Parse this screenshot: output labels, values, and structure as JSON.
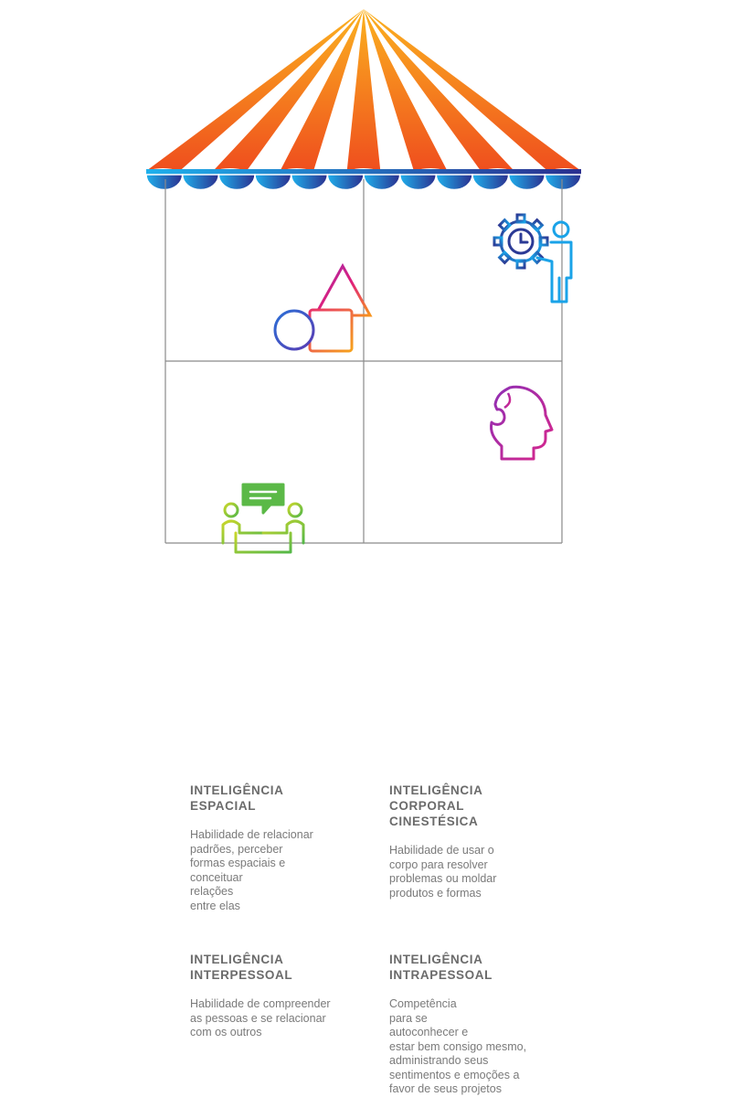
{
  "colors": {
    "tent_orange_dark": "#ef4e1e",
    "tent_orange_light": "#f99a1e",
    "border_blue_light": "#1aa3e8",
    "border_blue_dark": "#2b3a95",
    "grid_line": "#8a8a8a",
    "title_text": "#6b6b6b",
    "body_text": "#7a7a7a"
  },
  "cards": [
    {
      "title": [
        "INTELIGÊNCIA",
        "ESPACIAL"
      ],
      "description": [
        "Habilidade de relacionar",
        "padrões, perceber",
        "formas espaciais e",
        "conceituar",
        "relações",
        "entre elas"
      ],
      "icon": "shapes-icon"
    },
    {
      "title": [
        "INTELIGÊNCIA",
        "CORPORAL",
        "CINESTÉSICA"
      ],
      "description": [
        "Habilidade de usar o",
        "corpo para resolver",
        "problemas ou moldar",
        "produtos e formas"
      ],
      "icon": "gear-clock-person-icon"
    },
    {
      "title": [
        "INTELIGÊNCIA",
        "INTERPESSOAL"
      ],
      "description": [
        "Habilidade de compreender",
        "as pessoas e se relacionar",
        "com os outros"
      ],
      "icon": "people-chat-icon"
    },
    {
      "title": [
        "INTELIGÊNCIA",
        "INTRAPESSOAL"
      ],
      "description": [
        "Competência",
        "para se",
        "autoconhecer e",
        "estar bem consigo mesmo,",
        "administrando seus",
        "sentimentos e emoções a",
        "favor de seus projetos"
      ],
      "icon": "puzzle-head-icon"
    }
  ]
}
